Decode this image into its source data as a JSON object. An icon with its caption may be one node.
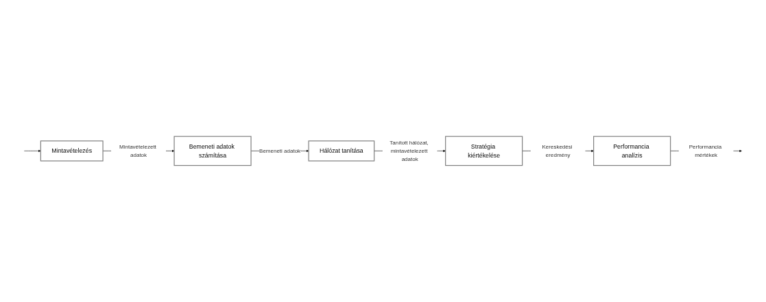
{
  "diagram": {
    "nodes": [
      {
        "text": [
          "Mintavételezés"
        ]
      },
      {
        "text": [
          "Bemeneti adatok számítása"
        ]
      },
      {
        "text": [
          "Hálózat tanítása"
        ]
      },
      {
        "text": [
          "Stratégia kiértékelése"
        ]
      },
      {
        "text": [
          "Performancia analízis"
        ]
      }
    ],
    "edges": [
      {
        "from": null,
        "to": 0,
        "arrow": "to"
      },
      {
        "from": 0,
        "to": 1,
        "arrow": "to",
        "label": "Mintavételezett adatok"
      },
      {
        "from": 1,
        "to": 2,
        "arrow": "to",
        "label": "Bemeneti adatok"
      },
      {
        "from": 2,
        "to": 3,
        "arrow": "to",
        "label": "Tanított hálózat, mintavételezett adatok"
      },
      {
        "from": 3,
        "to": 4,
        "arrow": "to",
        "label": "Kereskedési eredmény"
      },
      {
        "from": 4,
        "to": null,
        "arrow": "to",
        "label": "Performancia mértékek"
      }
    ]
  }
}
